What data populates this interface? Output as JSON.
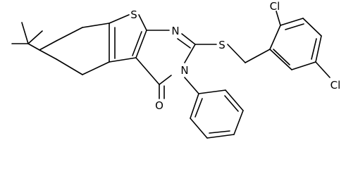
{
  "structure": {
    "atoms": {
      "s1": "S",
      "s2": "S",
      "n1": "N",
      "n2": "N",
      "o1": "O",
      "cl1": "Cl",
      "cl2": "Cl"
    }
  },
  "colors": {
    "ink": "#000000",
    "background": "#ffffff"
  }
}
